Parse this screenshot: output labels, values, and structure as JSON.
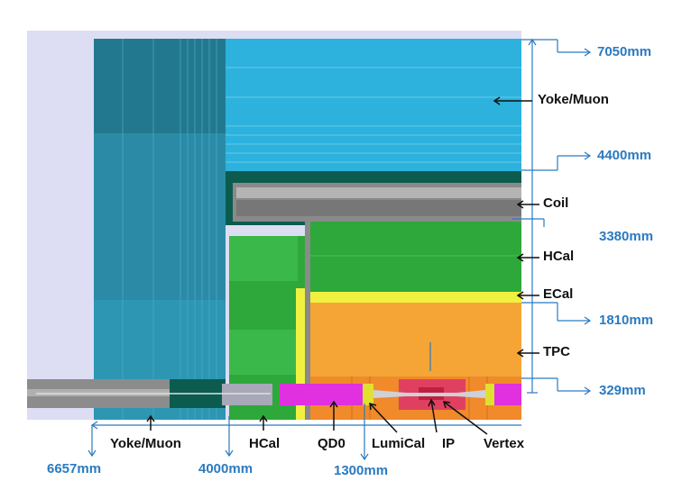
{
  "colors": {
    "background": "#ddddf4",
    "yoke_muon": "#2a8aa6",
    "yoke_muon_light": "#2cb2dd",
    "coil": "#8a8a8a",
    "hcal": "#2ea83a",
    "ecal": "#f0f040",
    "tpc": "#f5a536",
    "qd0": "#e030e0",
    "ip_vertex": "#e04060",
    "beampipe": "#8c8c8c",
    "dimension": "#2a7ac0",
    "label": "#111111"
  },
  "labels": {
    "right": {
      "yoke_muon": "Yoke/Muon",
      "coil": "Coil",
      "hcal": "HCal",
      "ecal": "ECal",
      "tpc": "TPC"
    },
    "bottom": {
      "yoke_muon": "Yoke/Muon",
      "hcal": "HCal",
      "qd0": "QD0",
      "lumical": "LumiCal",
      "ip": "IP",
      "vertex": "Vertex"
    }
  },
  "dimensions": {
    "radial": {
      "r7050": "7050mm",
      "r4400": "4400mm",
      "r3380": "3380mm",
      "r1810": "1810mm",
      "r329": "329mm"
    },
    "axial": {
      "z6657": "6657mm",
      "z4000": "4000mm",
      "z1300": "1300mm"
    }
  }
}
